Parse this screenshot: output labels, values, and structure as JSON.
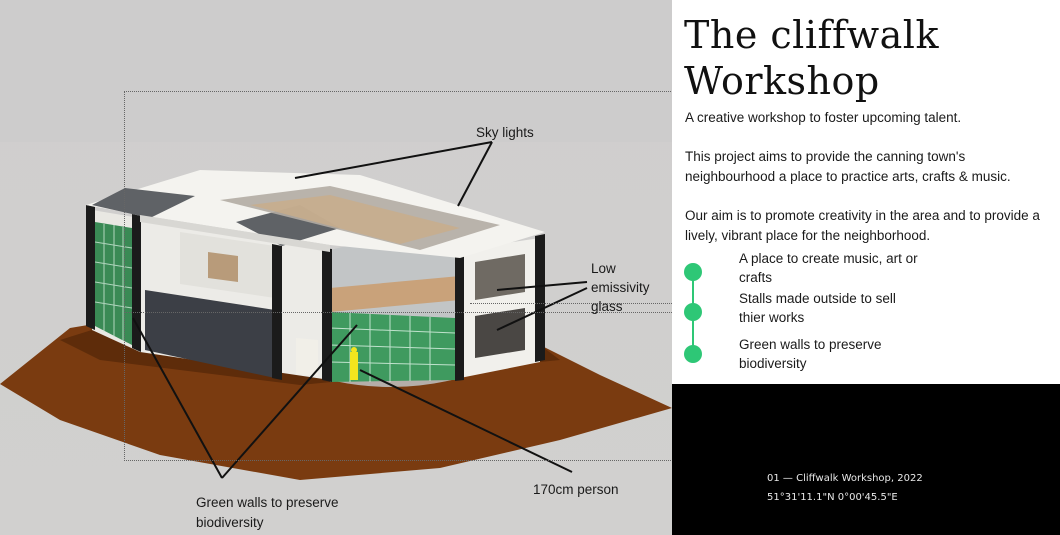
{
  "header": {
    "title_line1": "The cliffwalk",
    "title_line2": "Workshop"
  },
  "intro": {
    "p1": "A creative workshop to foster upcoming talent.",
    "p2": "This project aims to provide the canning town's neighbourhood a place to practice arts, crafts & music.",
    "p3": "Our aim is to promote creativity in the area and to provide a lively, vibrant place for the neighborhood."
  },
  "bullets": [
    {
      "text": "A place to create music, art or crafts"
    },
    {
      "text": "Stalls made outside to sell thier works"
    },
    {
      "text": "Green walls to preserve biodiversity"
    }
  ],
  "labels": {
    "sky_lights": "Sky lights",
    "low_e_glass_1": "Low",
    "low_e_glass_2": "emissivity",
    "low_e_glass_3": "glass",
    "green_walls_1": "Green walls to preserve",
    "green_walls_2": "biodiversity",
    "person": "170cm person"
  },
  "footer": {
    "line1": "01 — Cliffwalk Workshop, 2022",
    "line2": "51°31'11.1\"N 0°00'45.5\"E"
  },
  "colors": {
    "accent_green": "#2ec776",
    "ground": "#7a3b10",
    "panel_dark": "#000000"
  }
}
